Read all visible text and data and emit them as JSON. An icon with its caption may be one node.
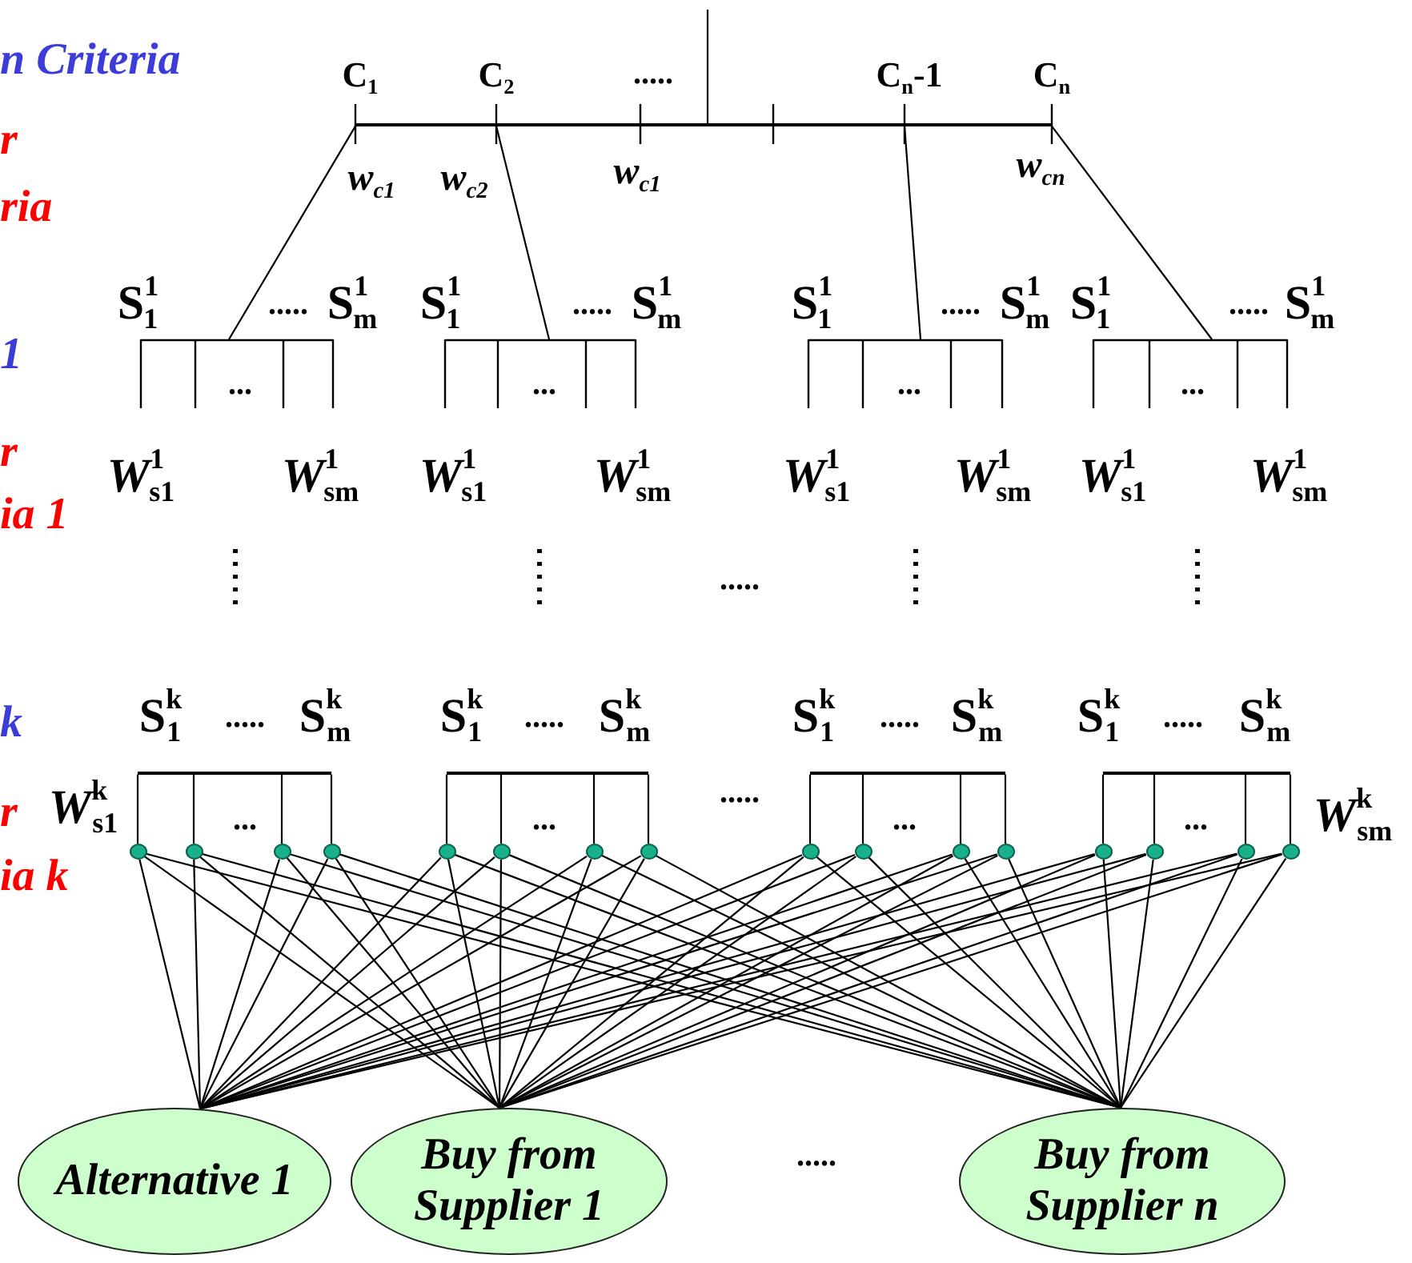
{
  "diagram": {
    "nodes": [
      {
        "text": [],
        "shape": "bar"
      },
      {
        "text": [],
        "shape": "bar"
      },
      {
        "text": [],
        "shape": "bar"
      },
      {
        "text": [],
        "shape": "bar"
      },
      {
        "text": [],
        "shape": "bar"
      },
      {
        "text": [],
        "shape": "bar"
      },
      {
        "text": [],
        "shape": "bar"
      },
      {
        "text": [],
        "shape": "bar"
      },
      {
        "text": [],
        "shape": "bar"
      },
      {
        "text": [],
        "shape": "circle"
      },
      {
        "text": [],
        "shape": "circle"
      },
      {
        "text": [],
        "shape": "circle"
      },
      {
        "text": [],
        "shape": "circle"
      },
      {
        "text": [],
        "shape": "circle"
      },
      {
        "text": [],
        "shape": "circle"
      },
      {
        "text": [],
        "shape": "circle"
      },
      {
        "text": [],
        "shape": "circle"
      },
      {
        "text": [],
        "shape": "circle"
      },
      {
        "text": [],
        "shape": "circle"
      },
      {
        "text": [],
        "shape": "circle"
      },
      {
        "text": [],
        "shape": "circle"
      },
      {
        "text": [],
        "shape": "circle"
      },
      {
        "text": [],
        "shape": "circle"
      },
      {
        "text": [],
        "shape": "circle"
      },
      {
        "text": [],
        "shape": "circle"
      },
      {
        "text": [
          "Alternative 1"
        ]
      },
      {
        "text": [
          "Buy from Supplier 1"
        ]
      },
      {
        "text": [
          "Buy from Supplier n"
        ]
      }
    ],
    "edges": [
      {
        "from": null,
        "to": 0,
        "arrow": "none"
      },
      {
        "from": 0,
        "to": 1,
        "arrow": "none"
      },
      {
        "from": 0,
        "to": 2,
        "arrow": "none"
      },
      {
        "from": 0,
        "to": 3,
        "arrow": "none"
      },
      {
        "from": 0,
        "to": 4,
        "arrow": "none"
      },
      {
        "from": 5,
        "to": 9,
        "arrow": "none"
      },
      {
        "from": 5,
        "to": 10,
        "arrow": "none"
      },
      {
        "from": 5,
        "to": 11,
        "arrow": "none"
      },
      {
        "from": 5,
        "to": 12,
        "arrow": "none"
      },
      {
        "from": 6,
        "to": 13,
        "arrow": "none"
      },
      {
        "from": 6,
        "to": 14,
        "arrow": "none"
      },
      {
        "from": 6,
        "to": 15,
        "arrow": "none"
      },
      {
        "from": 6,
        "to": 16,
        "arrow": "none"
      },
      {
        "from": 7,
        "to": 17,
        "arrow": "none"
      },
      {
        "from": 7,
        "to": 18,
        "arrow": "none"
      },
      {
        "from": 7,
        "to": 19,
        "arrow": "none"
      },
      {
        "from": 7,
        "to": 20,
        "arrow": "none"
      },
      {
        "from": 8,
        "to": 21,
        "arrow": "none"
      },
      {
        "from": 8,
        "to": 22,
        "arrow": "none"
      },
      {
        "from": 8,
        "to": 23,
        "arrow": "none"
      },
      {
        "from": 8,
        "to": 24,
        "arrow": "none"
      },
      {
        "from": 9,
        "to": 25,
        "arrow": "none"
      },
      {
        "from": 9,
        "to": 26,
        "arrow": "none"
      },
      {
        "from": 9,
        "to": 27,
        "arrow": "none"
      },
      {
        "from": 10,
        "to": 25,
        "arrow": "none"
      },
      {
        "from": 10,
        "to": 26,
        "arrow": "none"
      },
      {
        "from": 10,
        "to": 27,
        "arrow": "none"
      },
      {
        "from": 11,
        "to": 25,
        "arrow": "none"
      },
      {
        "from": 11,
        "to": 26,
        "arrow": "none"
      },
      {
        "from": 11,
        "to": 27,
        "arrow": "none"
      },
      {
        "from": 12,
        "to": 25,
        "arrow": "none"
      },
      {
        "from": 12,
        "to": 26,
        "arrow": "none"
      },
      {
        "from": 12,
        "to": 27,
        "arrow": "none"
      },
      {
        "from": 13,
        "to": 25,
        "arrow": "none"
      },
      {
        "from": 13,
        "to": 26,
        "arrow": "none"
      },
      {
        "from": 13,
        "to": 27,
        "arrow": "none"
      },
      {
        "from": 14,
        "to": 25,
        "arrow": "none"
      },
      {
        "from": 14,
        "to": 26,
        "arrow": "none"
      },
      {
        "from": 14,
        "to": 27,
        "arrow": "none"
      },
      {
        "from": 15,
        "to": 25,
        "arrow": "none"
      },
      {
        "from": 15,
        "to": 26,
        "arrow": "none"
      },
      {
        "from": 15,
        "to": 27,
        "arrow": "none"
      },
      {
        "from": 16,
        "to": 25,
        "arrow": "none"
      },
      {
        "from": 16,
        "to": 26,
        "arrow": "none"
      },
      {
        "from": 16,
        "to": 27,
        "arrow": "none"
      },
      {
        "from": 17,
        "to": 25,
        "arrow": "none"
      },
      {
        "from": 17,
        "to": 26,
        "arrow": "none"
      },
      {
        "from": 17,
        "to": 27,
        "arrow": "none"
      },
      {
        "from": 18,
        "to": 25,
        "arrow": "none"
      },
      {
        "from": 18,
        "to": 26,
        "arrow": "none"
      },
      {
        "from": 18,
        "to": 27,
        "arrow": "none"
      },
      {
        "from": 19,
        "to": 25,
        "arrow": "none"
      },
      {
        "from": 19,
        "to": 26,
        "arrow": "none"
      },
      {
        "from": 19,
        "to": 27,
        "arrow": "none"
      },
      {
        "from": 20,
        "to": 25,
        "arrow": "none"
      },
      {
        "from": 20,
        "to": 26,
        "arrow": "none"
      },
      {
        "from": 20,
        "to": 27,
        "arrow": "none"
      },
      {
        "from": 21,
        "to": 25,
        "arrow": "none"
      },
      {
        "from": 21,
        "to": 26,
        "arrow": "none"
      },
      {
        "from": 21,
        "to": 27,
        "arrow": "none"
      },
      {
        "from": 22,
        "to": 25,
        "arrow": "none"
      },
      {
        "from": 22,
        "to": 26,
        "arrow": "none"
      },
      {
        "from": 22,
        "to": 27,
        "arrow": "none"
      },
      {
        "from": 23,
        "to": 25,
        "arrow": "none"
      },
      {
        "from": 23,
        "to": 26,
        "arrow": "none"
      },
      {
        "from": 23,
        "to": 27,
        "arrow": "none"
      },
      {
        "from": 24,
        "to": 25,
        "arrow": "none"
      },
      {
        "from": 24,
        "to": 26,
        "arrow": "none"
      },
      {
        "from": 24,
        "to": 27,
        "arrow": "none"
      }
    ],
    "labels": [
      "n Criteria",
      "C$_{1}$",
      "C$_{2}$",
      ".....",
      "C$_{n}$-1",
      "C$_{n}$",
      "r",
      "w$_{c1}$",
      "w$_{c2}$",
      "w$_{c1}$",
      "w$_{cn}$",
      "ria",
      "S$^{1}$$_{1}$",
      ".....",
      "S$^{1}$$_{m}$",
      "S$^{1}$$_{1}$",
      ".....",
      "S$^{1}$$_{m}$",
      "S$^{1}$$_{1}$",
      ".....",
      "S$^{1}$$_{m}$",
      "S$^{1}$$_{1}$",
      ".....",
      "S$^{1}$$_{m}$",
      "1",
      "...",
      "...",
      "...",
      "...",
      "r",
      "*W*$^{1}$$_{s1}$",
      "*W*$^{1}$$_{sm}$",
      "*W*$^{1}$$_{s1}$",
      "*W*$^{1}$$_{sm}$",
      "*W*$^{1}$$_{s1}$",
      "*W*$^{1}$$_{sm}$",
      "*W*$^{1}$$_{s1}$",
      "*W*$^{1}$$_{sm}$",
      "ia 1",
      ".....",
      "S$^{k}$$_{1}$",
      ".....",
      "S$^{k}$$_{m}$",
      "S$^{k}$$_{1}$",
      ".....",
      "S$^{k}$$_{m}$",
      "S$^{k}$$_{1}$",
      ".....",
      "S$^{k}$$_{m}$",
      "S$^{k}$$_{1}$",
      ".....",
      "S$^{k}$$_{m}$",
      "k",
      "r",
      "*W*$^{k}$$_{s1}$",
      "...",
      "...",
      "...",
      "...",
      ".....",
      "*W*$^{k}$$_{sm}$",
      "ia k",
      "....."
    ]
  }
}
